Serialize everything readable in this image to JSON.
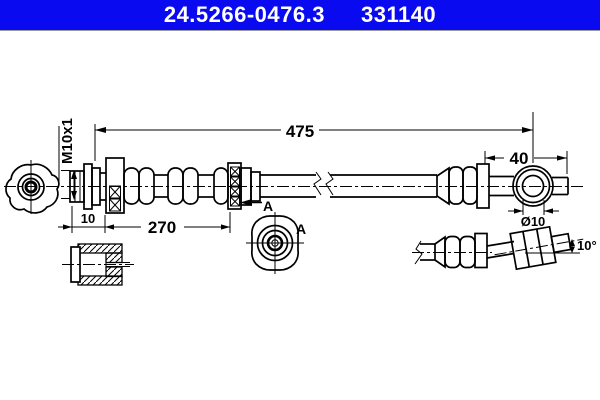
{
  "header": {
    "part_number": "24.5266-0476.3",
    "catalog_number": "331140",
    "bar_color": "#0a0af0",
    "text_color": "#ffffff"
  },
  "drawing": {
    "line_color": "#000000",
    "background_color": "#ffffff",
    "dimensions": {
      "overall_length": "475",
      "segment_length": "270",
      "fitting_length": "10",
      "banjo_end_length": "40",
      "banjo_hole_diameter": "Ø10",
      "thread_spec": "M10x1",
      "bend_angle": "10°"
    },
    "labels": {
      "section_marker": "A",
      "view_title": "A"
    }
  }
}
